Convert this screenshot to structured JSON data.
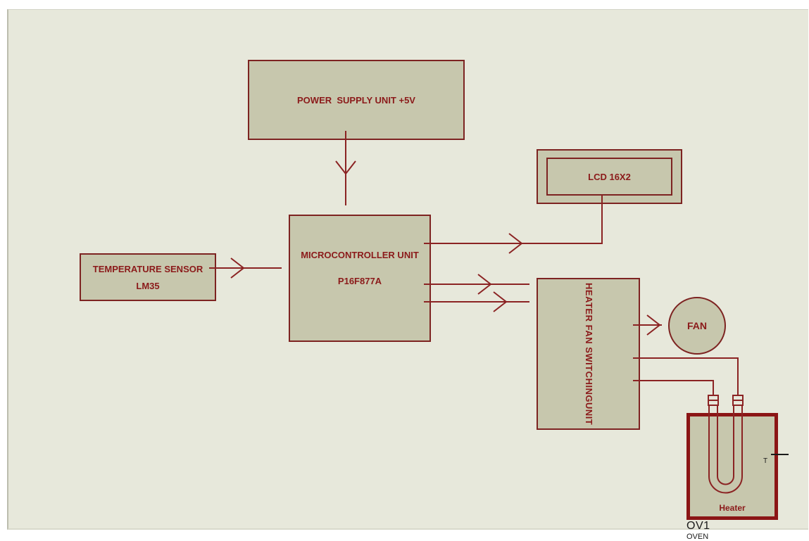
{
  "diagram_title": "Microcontroller based heater/fan temperature control block diagram",
  "colors": {
    "page_bg": "#ffffff",
    "canvas_bg": "#e7e8db",
    "block_fill": "#c7c7ad",
    "block_border": "#7d2321",
    "wire": "#8b2323",
    "label_text": "#8b1a1a",
    "oven_border": "#8b1515",
    "annotation_text": "#1a1a1a"
  },
  "blocks": {
    "power_supply": {
      "label": "POWER  SUPPLY UNIT +5V"
    },
    "mcu": {
      "line1": "MICROCONTROLLER UNIT",
      "line2": "P16F877A"
    },
    "temperature_sensor": {
      "line1": "TEMPERATURE SENSOR",
      "line2": "LM35"
    },
    "lcd": {
      "label": "LCD 16X2"
    },
    "switching_unit": {
      "line1": "HEATER FAN SWITCHING",
      "line2": "UNIT"
    },
    "fan": {
      "label": "FAN"
    },
    "oven": {
      "heater_label": "Heater",
      "pin_label": "T",
      "ref": "OV1",
      "part_name": "OVEN"
    }
  },
  "connections": [
    {
      "from": "power-supply-unit",
      "to": "microcontroller-unit",
      "style": "arrow"
    },
    {
      "from": "temperature-sensor",
      "to": "microcontroller-unit",
      "style": "arrow"
    },
    {
      "from": "microcontroller-unit",
      "to": "lcd-display",
      "style": "arrow"
    },
    {
      "from": "microcontroller-unit",
      "to": "heater-fan-switching-unit",
      "style": "arrow"
    },
    {
      "from": "microcontroller-unit",
      "to": "heater-fan-switching-unit",
      "style": "arrow"
    },
    {
      "from": "heater-fan-switching-unit",
      "to": "fan",
      "style": "arrow"
    },
    {
      "from": "heater-fan-switching-unit",
      "to": "oven-heater-right-terminal",
      "style": "line"
    },
    {
      "from": "heater-fan-switching-unit",
      "to": "oven-heater-left-terminal",
      "style": "line"
    }
  ]
}
